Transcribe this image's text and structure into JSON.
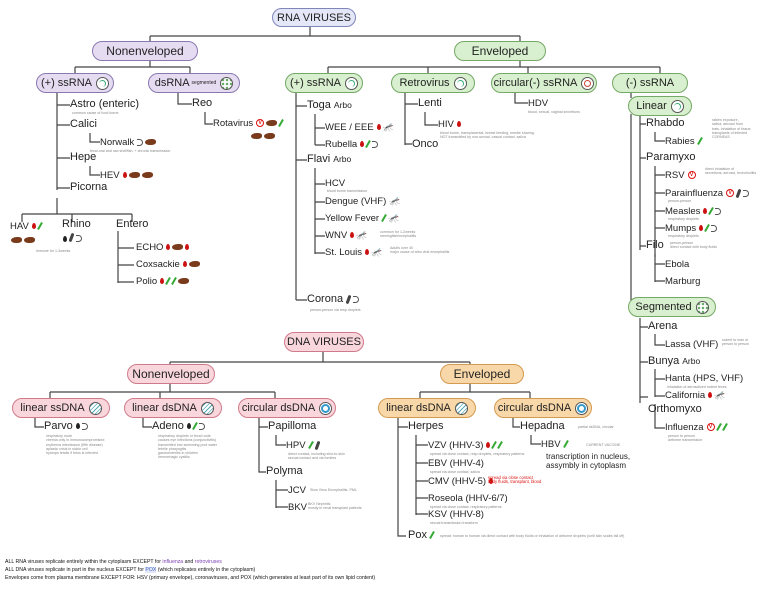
{
  "rna": {
    "title": "RNA VIRUSES",
    "nonenveloped": "Nonenveloped",
    "enveloped": "Enveloped",
    "ss_pos": "(+) ssRNA",
    "dsrna": "dsRNA",
    "dsrna_sub": "segmented",
    "env_ss_pos": "(+) ssRNA",
    "retrovirus": "Retrovirus",
    "circ_neg": "circular(-) ssRNA",
    "neg_ss": "(-) ssRNA",
    "linear": "Linear",
    "segmented": "Segmented",
    "families": {
      "astro": "Astro (enteric)",
      "calici": "Calici",
      "norwalk": "Norwalk",
      "hepe": "Hepe",
      "hev": "HEV",
      "picorna": "Picorna",
      "hav": "HAV",
      "rhino": "Rhino",
      "entero": "Entero",
      "echo": "ECHO",
      "coxsackie": "Coxsackie",
      "polio": "Polio",
      "reo": "Reo",
      "rotavirus": "Rotavirus",
      "toga": "Toga",
      "arbo": "Arbo",
      "wee": "WEE / EEE",
      "rubella": "Rubella",
      "flavi": "Flavi",
      "hcv": "HCV",
      "dengue": "Dengue (VHF)",
      "yellow": "Yellow Fever",
      "wnv": "WNV",
      "stlouis": "St. Louis",
      "corona": "Corona",
      "lenti": "Lenti",
      "hiv": "HIV",
      "onco": "Onco",
      "hdv": "HDV",
      "rhabdo": "Rhabdo",
      "rabies": "Rabies",
      "paramyxo": "Paramyxo",
      "rsv": "RSV",
      "parainfluenza": "Parainfluenza",
      "measles": "Measles",
      "mumps": "Mumps",
      "filo": "Filo",
      "ebola": "Ebola",
      "marburg": "Marburg",
      "arena": "Arena",
      "lassa": "Lassa (VHF)",
      "bunya": "Bunya",
      "hanta": "Hanta (HPS, VHF)",
      "california": "California",
      "orthomyxo": "Orthomyxo",
      "influenza": "Influenza"
    }
  },
  "dna": {
    "title": "DNA VIRUSES",
    "nonenveloped": "Nonenveloped",
    "enveloped": "Enveloped",
    "linear_ss": "linear ssDNA",
    "linear_ds": "linear dsDNA",
    "circular_ds": "circular dsDNA",
    "env_linear_ds": "linear dsDNA",
    "env_circular_ds": "circular dsDNA",
    "families": {
      "parvo": "Parvo",
      "adeno": "Adeno",
      "papilloma": "Papilloma",
      "hpv": "HPV",
      "polyma": "Polyma",
      "jcv": "JCV",
      "bkv": "BKV",
      "herpes": "Herpes",
      "vzv": "VZV (HHV-3)",
      "ebv": "EBV (HHV-4)",
      "cmv": "CMV (HHV-5)",
      "roseola": "Roseola (HHV-6/7)",
      "ksv": "KSV (HHV-8)",
      "pox": "Pox",
      "hepadna": "Hepadna",
      "hbv": "HBV",
      "hbv_note": "transcription in nucleus,\nassymbly in cytoplasm"
    }
  },
  "notes": {
    "astro": "common cause of food borne",
    "norwalk": "fecal-oral and raw shellfish, + chronic transmission",
    "hav": "immune for 1-3weeks",
    "hcv": "blood borne transmission",
    "hiv": "blood borne, transplacental, breast feeding, needle sharing.\nNOT transmitted by non-sexual, casual contact, saliva",
    "hdv": "blood, sexual, vaginal secretions",
    "wnv": "common for 1-2weeks\nmeningitis/encephalitis",
    "stlouis": "Adults over 40\nmajor cause of arbo viral encephalitis",
    "corona": "person-person via resp droplets",
    "rabies": "rabies exposure,\nsaliva, aerosol from\nbats, inhalation of tissue,\ntransplants of infected\nCORNEAS",
    "rsv": "direct inhalation of\nsecretions; aerosol, bronchiolitis",
    "parainfluenza": "person-person",
    "measles": "respiratory droplets",
    "mumps": "respiratory droplets",
    "filo": "person-person\ndirect contact with body fluids",
    "lassa": "rodent to man or\nperson to person",
    "hanta": "inhalation of aerosolized rodent feces",
    "influenza": "person to person\nairborne transmission",
    "parvo": "respiratory route\nviremia only in immunocompromised\nerythema infectiosum (fifth disease)\naplastic crisis in sickle cell\nhydrops fetalis if fetus is infected",
    "adeno": "respiratory droplets or fecal route\ncauses eye infections (conjunctivitis)\ntransmitted into swimming pool water\nfebrile pharyngitis\ngastroenteritis in children\nhemorrhagic cystitis",
    "hpv": "direct contact, including skin-to-skin\nsexual contact and via fomites",
    "jcv": "Slow Virus Encephalitis- PML",
    "bkv": "BKV Nephritis\nmostly in renal transplant patients",
    "vzv": "spread via close contact, resp droplets, respiratory patterns",
    "ebv": "spread via close contact, saliva",
    "cmv": "spread via close contact\nbody fluids, transplant, blood",
    "roseola": "spread via close contact, respiratory patterns",
    "ksv": "sexual transmission transform",
    "pox": "spread: human to human via direct contact with body fluids or inhalation of airborne droplets (until skin scabs fall off)",
    "hepadna": "partial dsDNA, circular",
    "hbv": "CURRENT VACCINE"
  },
  "footer": {
    "line1_a": "ALL RNA viruses replicate entirely within the cytoplasm EXCEPT for ",
    "line1_b": "influenza",
    "line1_c": " and ",
    "line1_d": "retroviruses",
    "line2_a": "ALL DNA viruses replicate in part in the nucleus EXCEPT for ",
    "line2_b": "POX",
    "line2_c": " (which replicates entirely in the cytoplasm)",
    "line3": "Envelopes come from plasma membrane EXCEPT FOR: HSV (primary envelope), coronaviruses, and POX (which generates at least part of its own lipid content)"
  },
  "colors": {
    "lavender": "#e6dcf2",
    "green": "#d8f0cf",
    "pink": "#f9d6dc",
    "orange": "#f8d8a8",
    "title_blue": "#e4e7f7"
  }
}
